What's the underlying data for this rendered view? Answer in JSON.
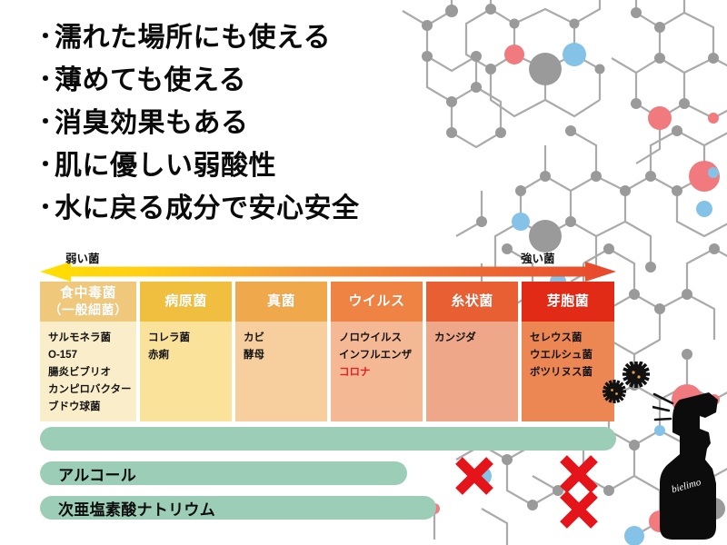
{
  "bullets": [
    {
      "marker": "・",
      "text": "濡れた場所にも使える"
    },
    {
      "marker": "・",
      "text": "薄めても使える"
    },
    {
      "marker": "・",
      "text": "消臭効果もある"
    },
    {
      "marker": "・",
      "text": "肌に優しい弱酸性"
    },
    {
      "marker": "・",
      "text": "水に戻る成分で安心安全"
    }
  ],
  "arrow": {
    "weak_label": "弱い菌",
    "strong_label": "強い菌",
    "left_color": "#FFE000",
    "right_color": "#E8472A"
  },
  "table": {
    "columns": [
      {
        "header": "食中毒菌",
        "header_sub": "（一般細菌）",
        "header_color": "#EFC87C",
        "body_color": "#FAEDC9",
        "width": 106,
        "items": [
          "サルモネラ菌",
          "O-157",
          "腸炎ビブリオ",
          "カンピロバクター",
          "ブドウ球菌"
        ],
        "highlight": []
      },
      {
        "header": "病原菌",
        "header_sub": "",
        "header_color": "#F0BF3F",
        "body_color": "#FAE29B",
        "width": 101,
        "items": [
          "コレラ菌",
          "赤痢"
        ],
        "highlight": []
      },
      {
        "header": "真菌",
        "header_sub": "",
        "header_color": "#EFA84B",
        "body_color": "#F7CE9D",
        "width": 101,
        "items": [
          "カビ",
          "酵母"
        ],
        "highlight": []
      },
      {
        "header": "ウイルス",
        "header_sub": "",
        "header_color": "#EE8344",
        "body_color": "#F5B894",
        "width": 101,
        "items": [
          "ノロウイルス",
          "インフルエンザ",
          "コロナ"
        ],
        "highlight": [
          "コロナ"
        ]
      },
      {
        "header": "糸状菌",
        "header_sub": "",
        "header_color": "#E85F33",
        "body_color": "#EFA789",
        "width": 101,
        "items": [
          "カンジダ"
        ],
        "highlight": []
      },
      {
        "header": "芽胞菌",
        "header_sub": "",
        "header_color": "#E22B16",
        "body_color": "#EC8653",
        "width": 102,
        "items": [
          "セレウス菌",
          "ウエルシュ菌",
          "ボツリヌス菌"
        ],
        "highlight": []
      }
    ]
  },
  "efficacy_bars": [
    {
      "label": "",
      "color": "#9CCDB7"
    },
    {
      "label": "アルコール",
      "color": "#9CCDB7"
    },
    {
      "label": "次亜塩素酸ナトリウム",
      "color": "#9CCDB7"
    }
  ],
  "x_marks": {
    "color": "#E5141B",
    "count": 3
  },
  "product": {
    "bottle_label": "bielimo"
  },
  "background": {
    "line_color": "#AAAAAA",
    "node_gray": "#9A9A9A",
    "node_red": "#F07A7E",
    "node_blue": "#84C2E8"
  }
}
